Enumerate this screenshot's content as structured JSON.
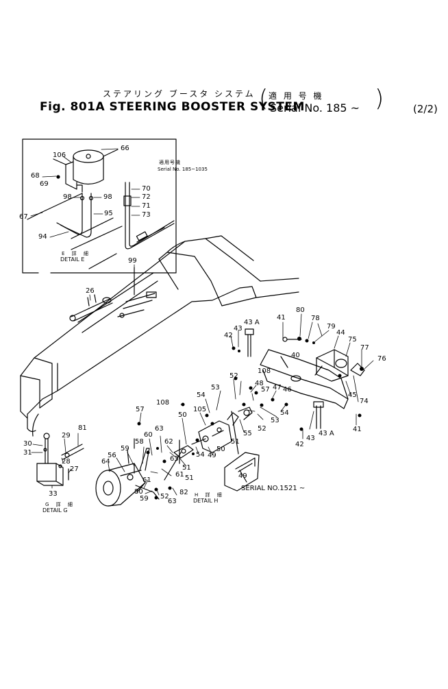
{
  "title_japanese": "ステアリング ブースタ システム",
  "title_english": "Fig. 801A STEERING BOOSTER SYSTEM",
  "page_indicator": "(2/2)",
  "applicable_label_japanese": "適 用 号 機",
  "applicable_serial": "Serial No.  185 ~",
  "detail_e": {
    "japanese": "E 詳 細",
    "label": "DETAIL E",
    "note_japanese": "適用号機",
    "note_serial": "Serial No. 185~1035"
  },
  "detail_g": {
    "japanese": "G 詳 細",
    "label": "DETAIL G"
  },
  "detail_h": {
    "japanese": "H 詳 細",
    "label": "DETAIL H"
  },
  "serial_note_h": "SERIAL NO.1521 ~",
  "part_numbers": {
    "p106": "106",
    "p66": "66",
    "p68": "68",
    "p69": "69",
    "p98a": "98",
    "p98b": "98",
    "p67": "67",
    "p95": "95",
    "p94": "94",
    "p70": "70",
    "p72": "72",
    "p71": "71",
    "p73": "73",
    "p99": "99",
    "p26": "26",
    "p41a": "41",
    "p80": "80",
    "p78": "78",
    "p79": "79",
    "p43": "43",
    "p43aa": "43 A",
    "p42a": "42",
    "p44": "44",
    "p75": "75",
    "p77": "77",
    "p76": "76",
    "p40": "40",
    "p108a": "108",
    "p52a": "52",
    "p48": "48",
    "p46": "46",
    "p47": "47",
    "p57a": "57",
    "p45": "45",
    "p74": "74",
    "p54a": "54",
    "p53a": "53",
    "p53b": "53",
    "p52b": "52",
    "p54b": "54",
    "p55": "55",
    "p108b": "108",
    "p50a": "50",
    "p105": "105",
    "p57b": "57",
    "p41b": "41",
    "p43b": "43",
    "p43ab": "43 A",
    "p42b": "42",
    "p62": "62",
    "p63a": "63",
    "p60": "60",
    "p58": "58",
    "p59a": "59",
    "p56": "56",
    "p64": "64",
    "p63b": "63",
    "p54c": "54",
    "p49a": "49",
    "p51a": "51",
    "p50b": "50",
    "p51b": "51",
    "p49b": "49",
    "p61a": "61",
    "p51c": "51",
    "p61b": "61",
    "p52c": "52",
    "p82": "82",
    "p80b": "80",
    "p59b": "59",
    "p63c": "63",
    "p81": "81",
    "p29": "29",
    "p30": "30",
    "p31": "31",
    "p28": "28",
    "p27": "27",
    "p33": "33"
  }
}
